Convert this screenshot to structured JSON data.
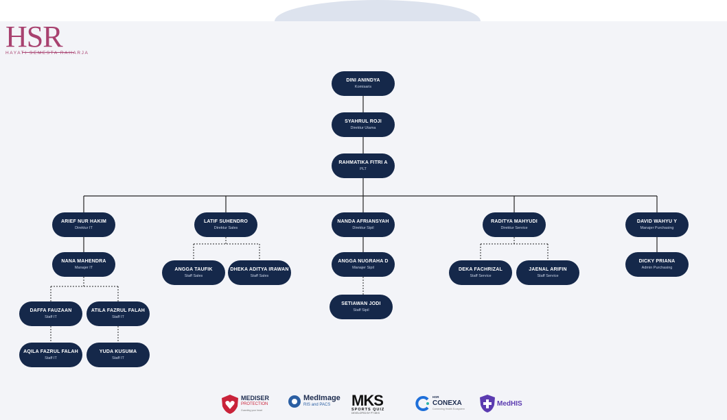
{
  "company": {
    "mark": "HSR",
    "name": "HAYATI SEMESTA RAHARJA"
  },
  "org": [
    {
      "id": "dini",
      "name": "DINI ANINDYA",
      "role": "Komisaris"
    },
    {
      "id": "syahrul",
      "name": "SYAHRUL ROJI",
      "role": "Direktur Utama"
    },
    {
      "id": "rahmatika",
      "name": "RAHMATIKA FITRI A",
      "role": "PLT"
    },
    {
      "id": "arief",
      "name": "ARIEF NUR HAKIM",
      "role": "Direktur IT"
    },
    {
      "id": "latif",
      "name": "LATIF SUHENDRO",
      "role": "Direktur Sales"
    },
    {
      "id": "nanda",
      "name": "NANDA AFRIANSYAH",
      "role": "Direktur Sipil"
    },
    {
      "id": "raditya",
      "name": "RADITYA MAHYUDI",
      "role": "Direktur Service"
    },
    {
      "id": "david",
      "name": "DAVID WAHYU Y",
      "role": "Manajer Purchasing"
    },
    {
      "id": "nana",
      "name": "NANA MAHENDRA",
      "role": "Manajer IT"
    },
    {
      "id": "angga_t",
      "name": "ANGGA TAUFIK",
      "role": "Staff Sales"
    },
    {
      "id": "dheka",
      "name": "DHEKA ADITYA IRAWAN",
      "role": "Staff Sales"
    },
    {
      "id": "angga_n",
      "name": "ANGGA NUGRAHA D",
      "role": "Manajer Sipil"
    },
    {
      "id": "deka",
      "name": "DEKA FACHRIZAL",
      "role": "Staff Service"
    },
    {
      "id": "jaenal",
      "name": "JAENAL ARIFIN",
      "role": "Staff Service"
    },
    {
      "id": "dicky",
      "name": "DICKY PRIANA",
      "role": "Admin Purchasing"
    },
    {
      "id": "daffa",
      "name": "DAFFA FAUZAAN",
      "role": "Staff IT"
    },
    {
      "id": "atila",
      "name": "ATILA FAZRUL FALAH",
      "role": "Staff IT"
    },
    {
      "id": "setiawan",
      "name": "SETIAWAN JODI",
      "role": "Staff Sipil"
    },
    {
      "id": "aqila",
      "name": "AQILA FAZRUL FALAH",
      "role": "Staff IT"
    },
    {
      "id": "yuda",
      "name": "YUDA KUSUMA",
      "role": "Staff IT"
    }
  ],
  "partners": {
    "mediser": {
      "name": "MEDISER",
      "sub": "PROTECTION",
      "tag": "Guarding your heart"
    },
    "medimage": {
      "name": "MedImage",
      "sub": "RIS and PACS"
    },
    "mks": {
      "name": "MKS",
      "sub": "SPORTS QUIZ",
      "tag": "DEVELOPED BY PT MKS"
    },
    "conexa": {
      "pre": "HSR",
      "name": "CONEXA",
      "tag": "Connecting Health Ecosystem"
    },
    "medhis": {
      "name": "MedHIS"
    }
  },
  "colors": {
    "node": "#15284a",
    "brand": "#a8416f",
    "wire": "#222222"
  }
}
